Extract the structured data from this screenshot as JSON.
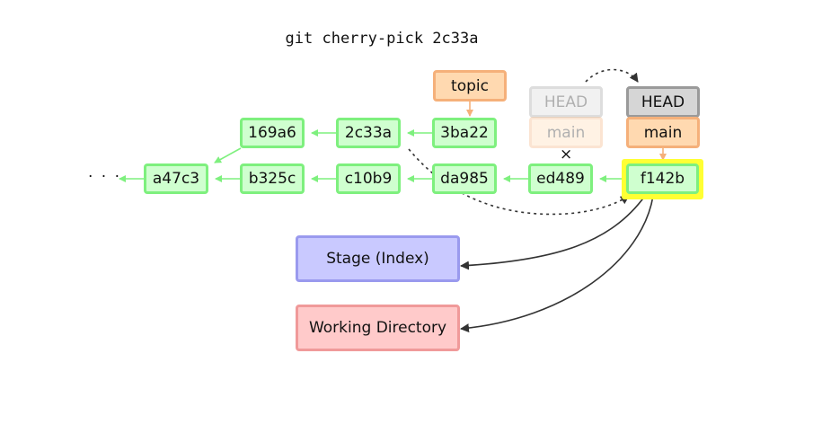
{
  "command": "git cherry-pick 2c33a",
  "ellipsis": "· · ·",
  "x_mark": "×",
  "commits": {
    "c169a6": "169a6",
    "c2c33a": "2c33a",
    "c3ba22": "3ba22",
    "ca47c3": "a47c3",
    "cb325c": "b325c",
    "cc10b9": "c10b9",
    "cda985": "da985",
    "ced489": "ed489",
    "cf142b": "f142b"
  },
  "refs": {
    "topic": "topic",
    "old_head": "HEAD",
    "old_main": "main",
    "new_head": "HEAD",
    "new_main": "main"
  },
  "areas": {
    "stage": "Stage (Index)",
    "working_directory": "Working Directory"
  },
  "colors": {
    "commit_fill": "#cfffcf",
    "commit_border": "#7ef07e",
    "branch_fill": "#ffd9b0",
    "head_fill": "#d6d6d6",
    "highlight": "#ffff33",
    "stage_fill": "#c9c9ff",
    "working_dir_fill": "#ffcaca"
  }
}
